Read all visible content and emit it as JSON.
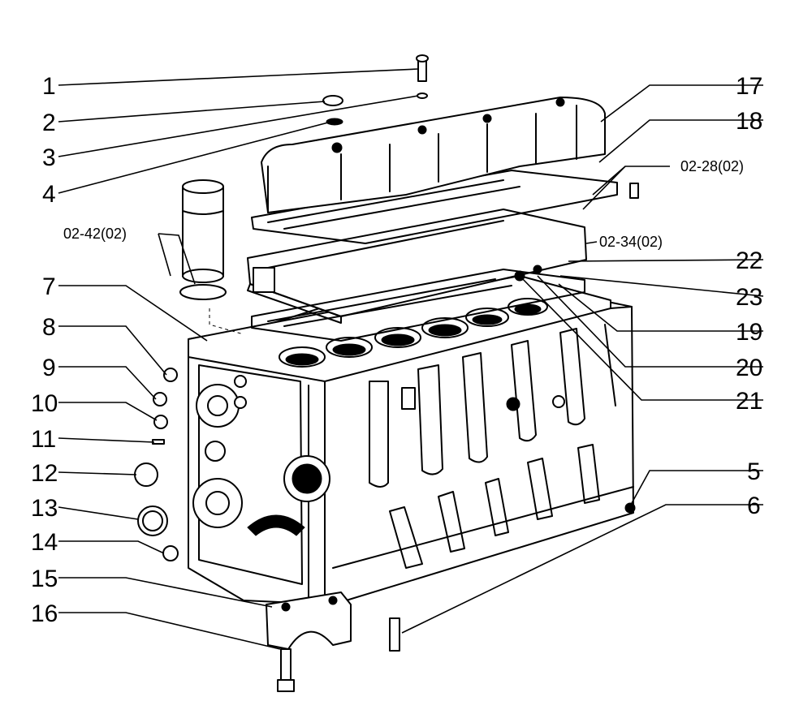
{
  "diagram": {
    "labels_left": [
      "1",
      "2",
      "3",
      "4",
      "7",
      "8",
      "9",
      "10",
      "11",
      "12",
      "13",
      "14",
      "15",
      "16"
    ],
    "labels_right": [
      "17",
      "18",
      "22",
      "23",
      "19",
      "20",
      "21",
      "5",
      "6"
    ],
    "reference_labels": [
      "02-28(02)",
      "02-42(02)",
      "02-34(02)"
    ]
  }
}
